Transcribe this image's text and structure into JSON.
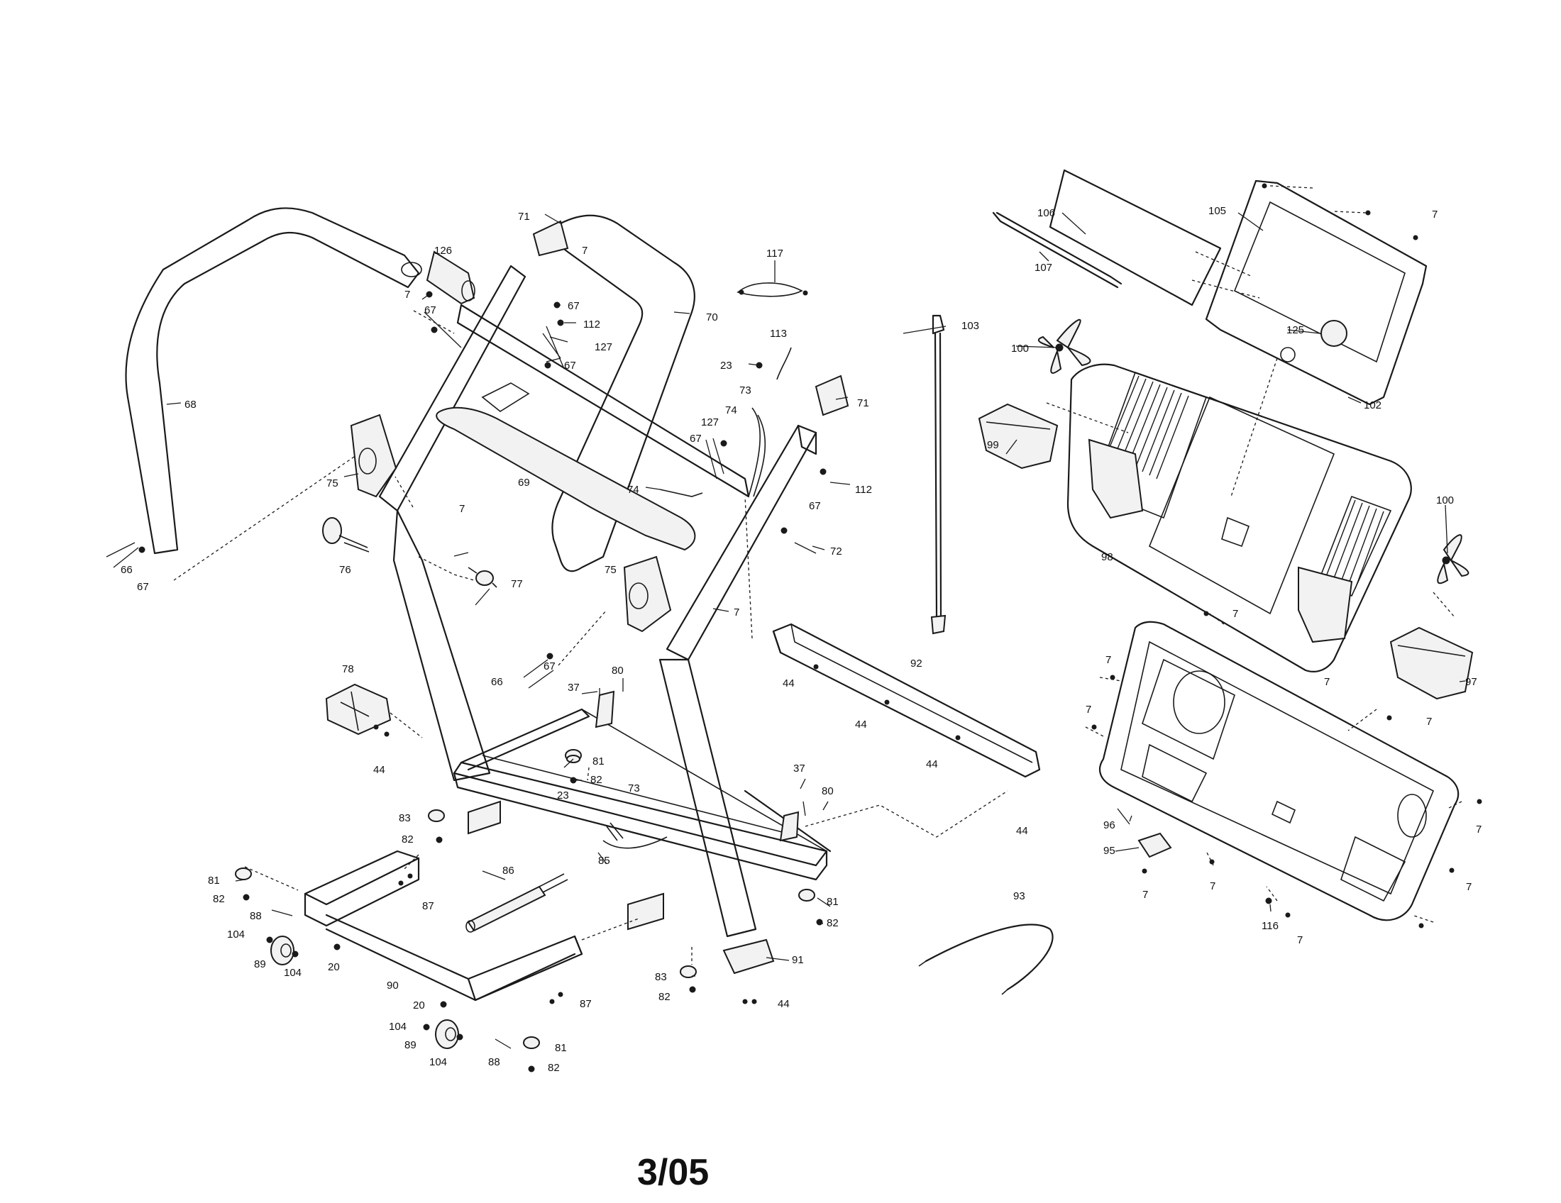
{
  "footer": {
    "date_code": "3/05"
  },
  "labels": [
    {
      "text": "126"
    },
    {
      "text": "7"
    },
    {
      "text": "67"
    },
    {
      "text": "68"
    },
    {
      "text": "75"
    },
    {
      "text": "66"
    },
    {
      "text": "67"
    },
    {
      "text": "76"
    },
    {
      "text": "77"
    },
    {
      "text": "78"
    },
    {
      "text": "44"
    },
    {
      "text": "7"
    },
    {
      "text": "71"
    },
    {
      "text": "7"
    },
    {
      "text": "67"
    },
    {
      "text": "112"
    },
    {
      "text": "127"
    },
    {
      "text": "67"
    },
    {
      "text": "70"
    },
    {
      "text": "69"
    },
    {
      "text": "117"
    },
    {
      "text": "113"
    },
    {
      "text": "23"
    },
    {
      "text": "73"
    },
    {
      "text": "74"
    },
    {
      "text": "127"
    },
    {
      "text": "67"
    },
    {
      "text": "71"
    },
    {
      "text": "74"
    },
    {
      "text": "112"
    },
    {
      "text": "67"
    },
    {
      "text": "72"
    },
    {
      "text": "75"
    },
    {
      "text": "66"
    },
    {
      "text": "67"
    },
    {
      "text": "7"
    },
    {
      "text": "37"
    },
    {
      "text": "80"
    },
    {
      "text": "81"
    },
    {
      "text": "82"
    },
    {
      "text": "23"
    },
    {
      "text": "73"
    },
    {
      "text": "37"
    },
    {
      "text": "80"
    },
    {
      "text": "83"
    },
    {
      "text": "82"
    },
    {
      "text": "81"
    },
    {
      "text": "82"
    },
    {
      "text": "88"
    },
    {
      "text": "104"
    },
    {
      "text": "89"
    },
    {
      "text": "104"
    },
    {
      "text": "20"
    },
    {
      "text": "87"
    },
    {
      "text": "86"
    },
    {
      "text": "85"
    },
    {
      "text": "81"
    },
    {
      "text": "82"
    },
    {
      "text": "90"
    },
    {
      "text": "87"
    },
    {
      "text": "20"
    },
    {
      "text": "104"
    },
    {
      "text": "89"
    },
    {
      "text": "104"
    },
    {
      "text": "88"
    },
    {
      "text": "81"
    },
    {
      "text": "82"
    },
    {
      "text": "83"
    },
    {
      "text": "82"
    },
    {
      "text": "91"
    },
    {
      "text": "44"
    },
    {
      "text": "92"
    },
    {
      "text": "44"
    },
    {
      "text": "44"
    },
    {
      "text": "44"
    },
    {
      "text": "44"
    },
    {
      "text": "103"
    },
    {
      "text": "106"
    },
    {
      "text": "107"
    },
    {
      "text": "105"
    },
    {
      "text": "7"
    },
    {
      "text": "125"
    },
    {
      "text": "100"
    },
    {
      "text": "102"
    },
    {
      "text": "99"
    },
    {
      "text": "98"
    },
    {
      "text": "100"
    },
    {
      "text": "7"
    },
    {
      "text": "7"
    },
    {
      "text": "7"
    },
    {
      "text": "7"
    },
    {
      "text": "97"
    },
    {
      "text": "7"
    },
    {
      "text": "96"
    },
    {
      "text": "95"
    },
    {
      "text": "7"
    },
    {
      "text": "7"
    },
    {
      "text": "116"
    },
    {
      "text": "7"
    },
    {
      "text": "7"
    },
    {
      "text": "7"
    },
    {
      "text": "93"
    }
  ]
}
